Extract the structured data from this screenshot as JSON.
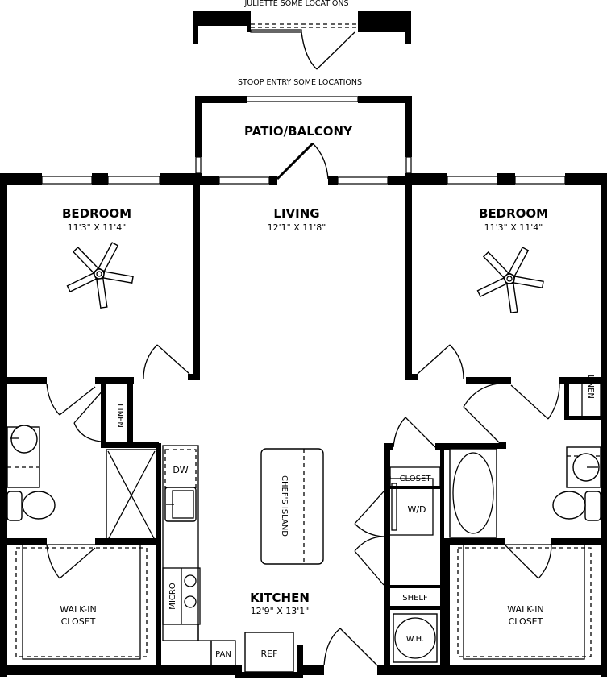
{
  "notes": {
    "juliette": "JULIETTE SOME LOCATIONS",
    "stoop": "STOOP ENTRY SOME LOCATIONS"
  },
  "rooms": {
    "patio": {
      "name": "PATIO/BALCONY"
    },
    "bedroom_left": {
      "name": "BEDROOM",
      "dims": "11'3\" X 11'4\""
    },
    "living": {
      "name": "LIVING",
      "dims": "12'1\" X 11'8\""
    },
    "bedroom_right": {
      "name": "BEDROOM",
      "dims": "11'3\" X 11'4\""
    },
    "kitchen": {
      "name": "KITCHEN",
      "dims": "12'9\" X 13'1\""
    }
  },
  "labels": {
    "linen_left": "LINEN",
    "linen_right": "LINEN",
    "dw": "DW",
    "island": "CHEF'S ISLAND",
    "closet": "CLOSET",
    "wd": "W/D",
    "shelf": "SHELF",
    "wh": "W.H.",
    "micro": "MICRO",
    "pan": "PAN",
    "ref": "REF",
    "walkin_left_1": "WALK-IN",
    "walkin_left_2": "CLOSET",
    "walkin_right_1": "WALK-IN",
    "walkin_right_2": "CLOSET"
  },
  "colors": {
    "ink": "#000000",
    "background": "#ffffff"
  }
}
